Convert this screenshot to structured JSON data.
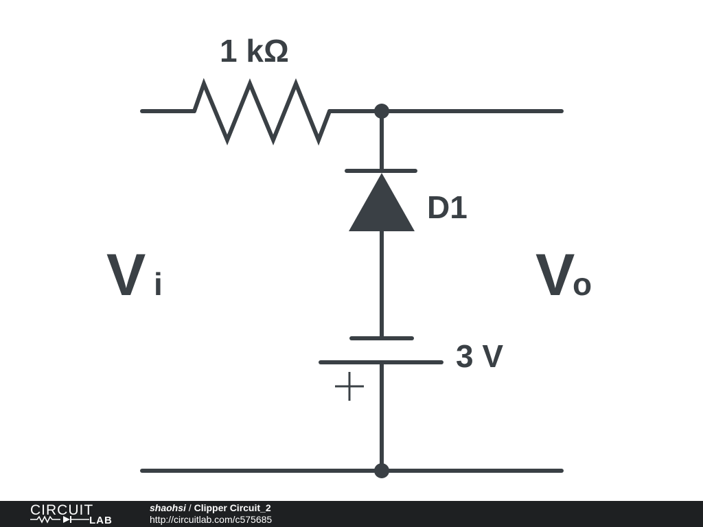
{
  "circuit": {
    "resistor_label": "1 kΩ",
    "diode_label": "D1",
    "battery_label": "3 V",
    "battery_polarity": "+",
    "input_label_main": "V",
    "input_label_sub": "i",
    "output_label_main": "V",
    "output_label_sub": "o"
  },
  "footer": {
    "brand_top": "CIRCUIT",
    "brand_bottom": "LAB",
    "author": "shaohsi",
    "separator": " / ",
    "title": "Clipper Circuit_2",
    "url": "http://circuitlab.com/c575685"
  },
  "colors": {
    "ink": "#3a4045",
    "footer_bg": "#1e2022"
  }
}
